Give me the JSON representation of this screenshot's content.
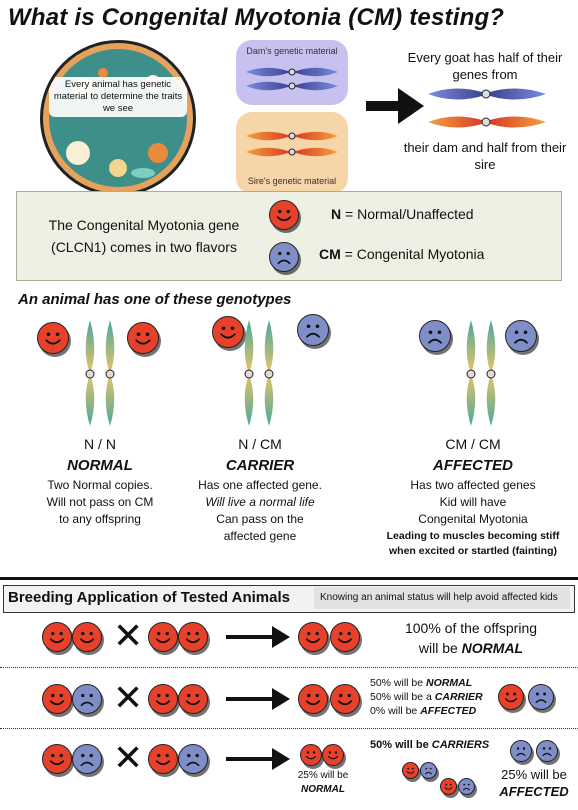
{
  "title": "What is Congenital Myotonia (CM) testing?",
  "intro": {
    "cell_text": "Every animal has genetic material to determine the traits we see",
    "dam_label": "Dam's genetic material",
    "sire_label": "Sire's genetic material",
    "half_text_top": "Every goat has half of their genes from",
    "half_text_bottom": "their dam and half from their sire"
  },
  "gene_box": {
    "text": "The Congenital Myotonia gene (CLCN1) comes in two flavors",
    "normal_key": "N",
    "normal_desc": "= Normal/Unaffected",
    "cm_key": "CM",
    "cm_desc": "= Congenital Myotonia"
  },
  "genotypes": {
    "heading": "An animal has one of these genotypes",
    "items": [
      {
        "genotype": "N / N",
        "status": "NORMAL",
        "lines": [
          "Two Normal copies.",
          "Will not pass on CM",
          "to any offspring"
        ]
      },
      {
        "genotype": "N / CM",
        "status": "CARRIER",
        "lines": [
          "Has one affected gene."
        ],
        "italic_line": "Will live a normal life",
        "lines2": [
          "Can pass on the",
          "affected gene"
        ]
      },
      {
        "genotype": "CM / CM",
        "status": "AFFECTED",
        "lines": [
          "Has two affected genes",
          "Kid will have",
          "Congenital Myotonia"
        ],
        "bold_lines": [
          "Leading to muscles becoming stiff",
          "when excited or startled (fainting)"
        ]
      }
    ]
  },
  "breeding": {
    "heading": "Breeding Application of Tested Animals",
    "note": "Knowing an animal status will help avoid affected kids",
    "cross_symbol": "✕",
    "row1": {
      "line1": "100% of the offspring",
      "line2_prefix": "will be ",
      "line2_emph": "NORMAL"
    },
    "row2": {
      "l1_prefix": "50% will be ",
      "l1_emph": "NORMAL",
      "l2_prefix": "50% will be a ",
      "l2_emph": "CARRIER",
      "l3_prefix": "0% will be ",
      "l3_emph": "AFFECTED"
    },
    "row3": {
      "normal_pct": "25% will be",
      "normal_emph": "NORMAL",
      "carrier_prefix": "50% will be ",
      "carrier_emph": "CARRIERS",
      "affected_pct": "25% will be",
      "affected_emph": "AFFECTED"
    }
  },
  "colors": {
    "normal": "#e8412b",
    "cm": "#7f8ec9",
    "teal": "#4aa89a",
    "yellow": "#e9c46a"
  }
}
